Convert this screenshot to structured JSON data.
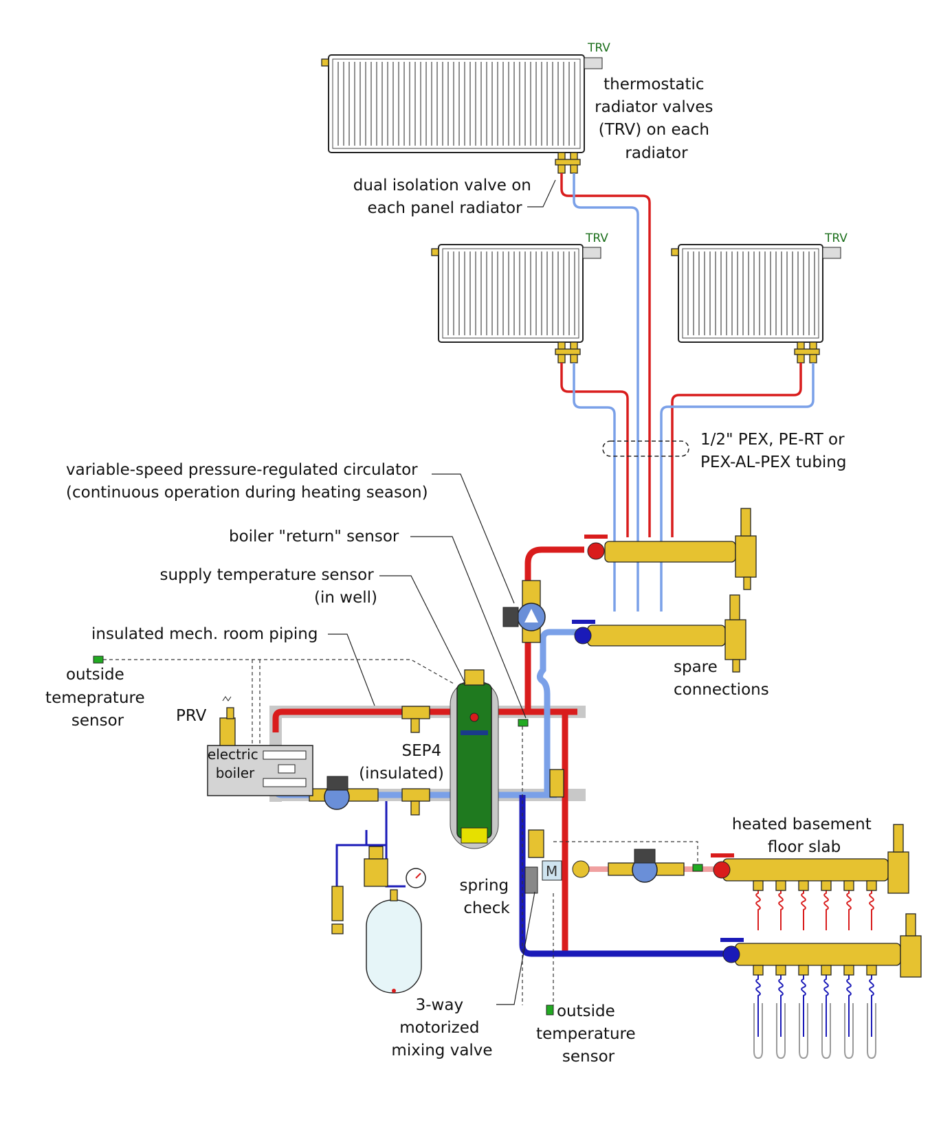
{
  "labels": {
    "trv_1": "TRV",
    "trv_2": "TRV",
    "trv_3": "TRV",
    "trv_desc": [
      "thermostatic",
      "radiator valves",
      "(TRV) on each",
      "radiator"
    ],
    "isolation": [
      "dual isolation valve on",
      "each panel radiator"
    ],
    "tubing": [
      "1/2\" PEX, PE-RT or",
      "PEX-AL-PEX tubing"
    ],
    "circulator": [
      "variable-speed pressure-regulated circulator",
      "(continuous operation during heating season)"
    ],
    "return_sensor": "boiler \"return\" sensor",
    "supply_sensor": [
      "supply temperature sensor",
      "(in well)"
    ],
    "insulated_piping": "insulated mech. room piping",
    "outside_sensor_left": [
      "outside",
      "temeprature",
      "sensor"
    ],
    "prv": "PRV",
    "boiler": [
      "electric",
      "boiler"
    ],
    "sep4": [
      "SEP4",
      "(insulated)"
    ],
    "spare": [
      "spare",
      "connections"
    ],
    "slab": [
      "heated basement",
      "floor slab"
    ],
    "spring_check": [
      "spring",
      "check"
    ],
    "mixing_valve": [
      "3-way",
      "motorized",
      "mixing valve"
    ],
    "outside_sensor_bottom": [
      "outside",
      "temperature",
      "sensor"
    ]
  },
  "colors": {
    "supply": "#d91c1c",
    "return": "#1a1ab8",
    "return_light": "#7aa0e8",
    "insulation": "#c8c8c8",
    "separator": "#1f7a1f",
    "brass": "#e6c230",
    "sensor": "#22aa22",
    "mixed_supply": "#f0a0a0"
  }
}
